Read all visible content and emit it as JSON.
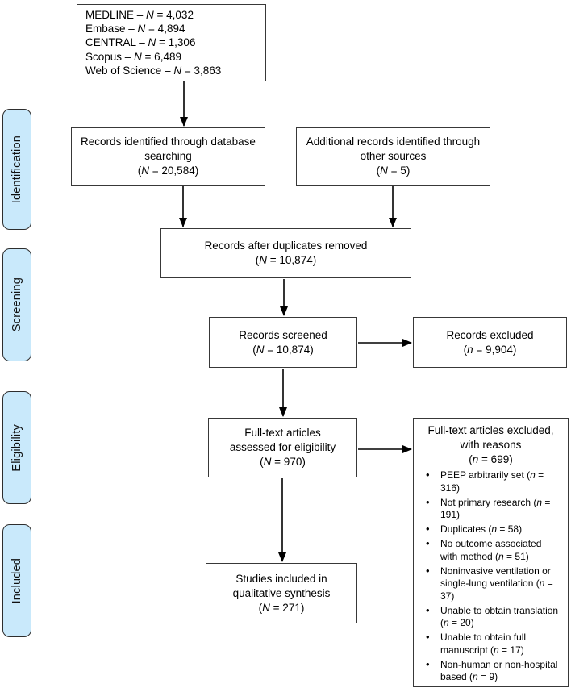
{
  "stages": [
    {
      "label": "Identification"
    },
    {
      "label": "Screening"
    },
    {
      "label": "Eligibility"
    },
    {
      "label": "Included"
    }
  ],
  "boxes": {
    "sources": {
      "lines": [
        "MEDLINE – N = 4,032",
        "Embase – N = 4,894",
        "CENTRAL – N = 1,306",
        "Scopus – N = 6,489",
        "Web of Science – N = 3,863"
      ]
    },
    "identified": {
      "text": "Records identified through database searching",
      "count": "(N = 20,584)"
    },
    "additional": {
      "text": "Additional records identified through other sources",
      "count": "(N = 5)"
    },
    "deduplicated": {
      "text": "Records after duplicates removed",
      "count": "(N = 10,874)"
    },
    "screened": {
      "text": "Records screened",
      "count": "(N = 10,874)"
    },
    "records_excluded": {
      "text": "Records excluded",
      "count": "(n = 9,904)"
    },
    "fulltext_assessed": {
      "text": "Full-text articles assessed for eligibility",
      "count": "(N = 970)"
    },
    "fulltext_excluded": {
      "text": "Full-text articles excluded, with reasons",
      "count": "(n = 699)",
      "reasons": [
        "PEEP arbitrarily set (n = 316)",
        "Not primary research (n = 191)",
        "Duplicates (n = 58)",
        "No outcome associated with method (n = 51)",
        "Noninvasive ventilation or single-lung ventilation (n = 37)",
        "Unable to obtain translation (n = 20)",
        "Unable to obtain full manuscript (n = 17)",
        "Non-human or non-hospital based (n = 9)"
      ]
    },
    "included": {
      "text": "Studies included in qualitative synthesis",
      "count": "(N = 271)"
    }
  },
  "colors": {
    "stage_fill": "#c9e9fb",
    "box_border": "#383838",
    "arrow": "#000000"
  }
}
